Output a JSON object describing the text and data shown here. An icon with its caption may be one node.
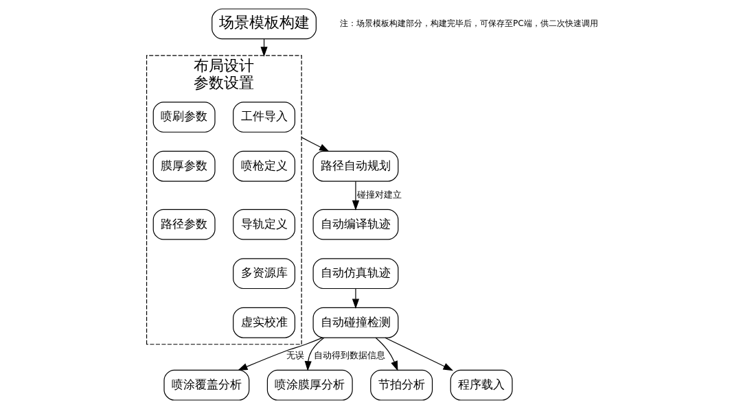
{
  "diagram": {
    "nodes": [
      {
        "text": [
          "场景模板构建"
        ]
      },
      {
        "text": [
          "布局设计",
          "参数设置"
        ]
      },
      {
        "text": [
          "工件导入"
        ],
        "in": 1
      },
      {
        "text": [
          "喷枪定义"
        ],
        "in": 1
      },
      {
        "text": [
          "导轨定义"
        ],
        "in": 1
      },
      {
        "text": [
          "多资源库"
        ],
        "in": 1
      },
      {
        "text": [
          "虚实校准"
        ],
        "in": 1
      },
      {
        "text": [
          "喷刷参数"
        ],
        "in": 1
      },
      {
        "text": [
          "膜厚参数"
        ],
        "in": 1
      },
      {
        "text": [
          "路径参数"
        ],
        "in": 1
      },
      {
        "text": [
          "路径自动规划"
        ]
      },
      {
        "text": [
          "自动编译轨迹"
        ]
      },
      {
        "text": [
          "自动仿真轨迹"
        ]
      },
      {
        "text": [
          "自动碰撞检测"
        ]
      },
      {
        "text": [
          "喷涂覆盖分析"
        ]
      },
      {
        "text": [
          "喷涂膜厚分析"
        ]
      },
      {
        "text": [
          "节拍分析"
        ]
      },
      {
        "text": [
          "程序载入"
        ]
      }
    ],
    "edges": [
      {
        "from": 0,
        "to": 1,
        "arrow": "to"
      },
      {
        "from": 1,
        "to": 10,
        "arrow": "to"
      },
      {
        "from": 10,
        "to": 11,
        "arrow": "to",
        "label": "碰撞对建立"
      },
      {
        "from": 12,
        "to": 13,
        "arrow": "to"
      },
      {
        "from": 13,
        "to": 14,
        "arrow": "to",
        "label": "无误"
      },
      {
        "from": 13,
        "to": 15,
        "arrow": "to",
        "label": "自动得到数据信息"
      },
      {
        "from": 13,
        "to": 16,
        "arrow": "to"
      },
      {
        "from": 13,
        "to": 17,
        "arrow": "to"
      }
    ],
    "labels": [
      "注：场景模板构建部分，构建完毕后，可保存至PC端，供二次快速调用"
    ]
  }
}
